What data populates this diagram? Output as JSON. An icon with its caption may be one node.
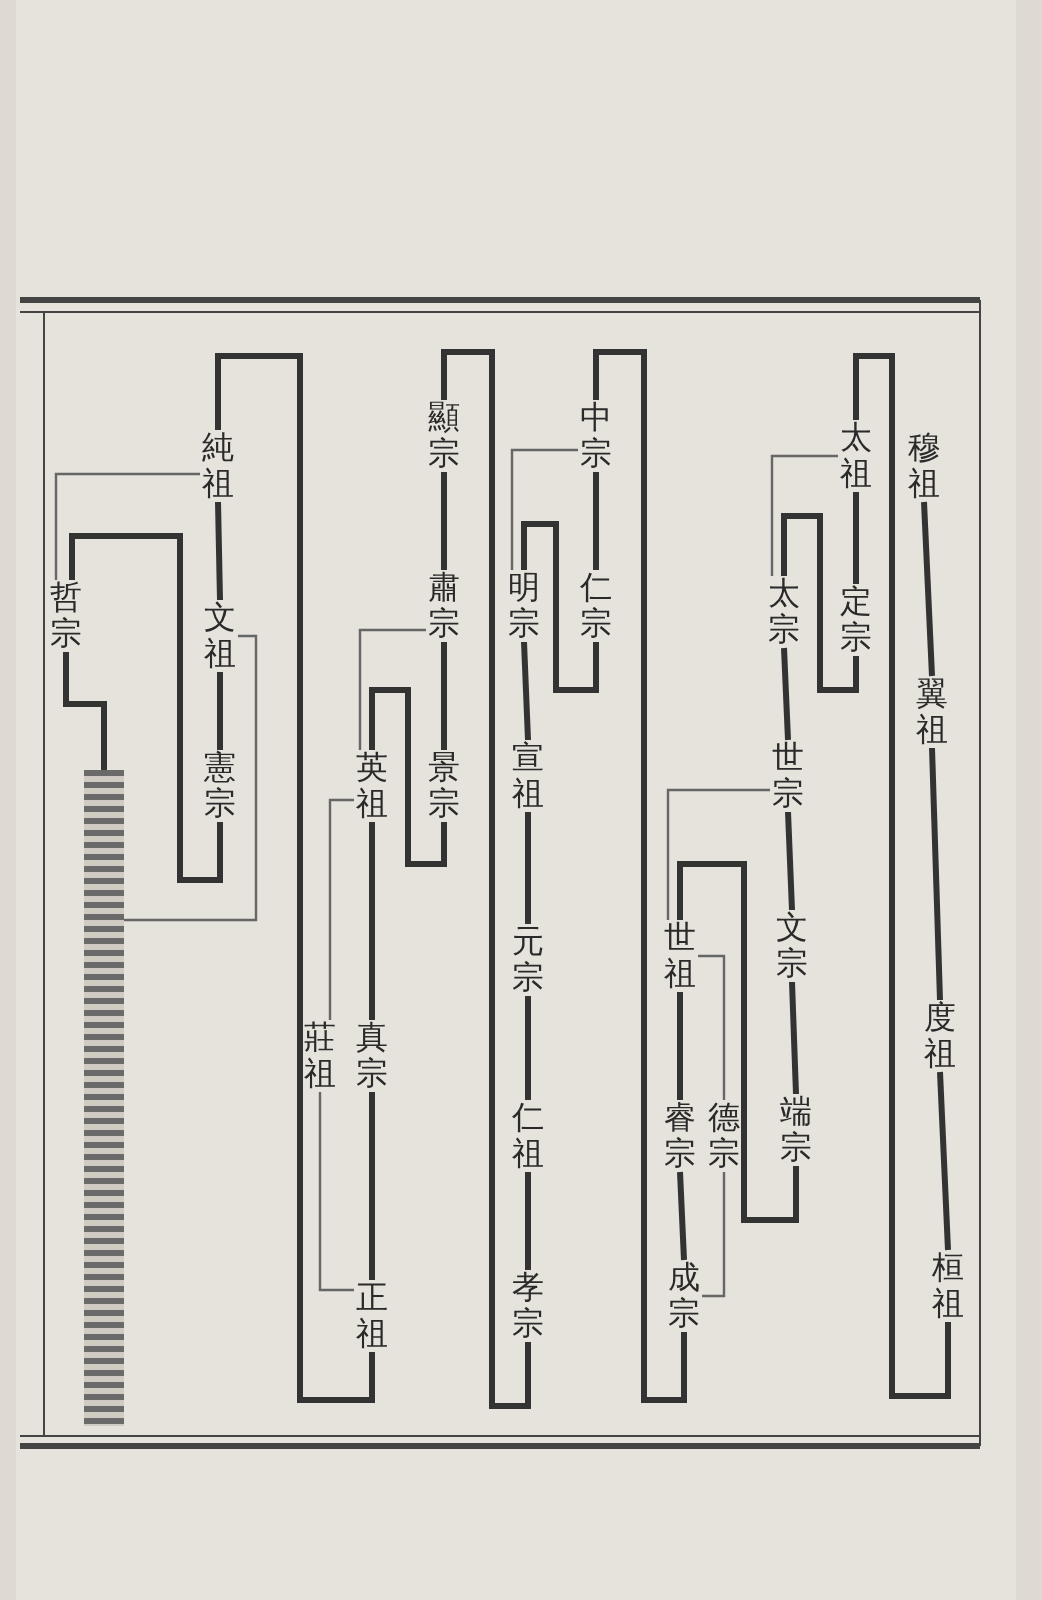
{
  "diagram": {
    "nodes": [
      {
        "text": [
          "穆祖"
        ]
      },
      {
        "text": [
          "翼祖"
        ]
      },
      {
        "text": [
          "度祖"
        ]
      },
      {
        "text": [
          "桓祖"
        ]
      },
      {
        "text": [
          "太祖"
        ]
      },
      {
        "text": [
          "定宗"
        ]
      },
      {
        "text": [
          "太宗"
        ]
      },
      {
        "text": [
          "世宗"
        ]
      },
      {
        "text": [
          "文宗"
        ]
      },
      {
        "text": [
          "端宗"
        ]
      },
      {
        "text": [
          "世祖"
        ]
      },
      {
        "text": [
          "德宗"
        ]
      },
      {
        "text": [
          "睿宗"
        ]
      },
      {
        "text": [
          "成宗"
        ]
      },
      {
        "text": [
          "中宗"
        ]
      },
      {
        "text": [
          "仁宗"
        ]
      },
      {
        "text": [
          "明宗"
        ]
      },
      {
        "text": [
          "宣祖"
        ]
      },
      {
        "text": [
          "元宗"
        ]
      },
      {
        "text": [
          "仁祖"
        ]
      },
      {
        "text": [
          "孝宗"
        ]
      },
      {
        "text": [
          "顯宗"
        ]
      },
      {
        "text": [
          "肅宗"
        ]
      },
      {
        "text": [
          "景宗"
        ]
      },
      {
        "text": [
          "英祖"
        ]
      },
      {
        "text": [
          "真宗"
        ]
      },
      {
        "text": [
          "莊祖"
        ]
      },
      {
        "text": [
          "正祖"
        ]
      },
      {
        "text": [
          "純祖"
        ]
      },
      {
        "text": [
          "文祖"
        ]
      },
      {
        "text": [
          "憲宗"
        ]
      },
      {
        "text": [
          "哲宗"
        ]
      },
      {
        "text": [],
        "shape": "bar"
      }
    ],
    "edges": [
      {
        "from": 0,
        "to": 1,
        "arrow": "none"
      },
      {
        "from": 1,
        "to": 2,
        "arrow": "none"
      },
      {
        "from": 2,
        "to": 3,
        "arrow": "none"
      },
      {
        "from": 3,
        "to": 4,
        "arrow": "none"
      },
      {
        "from": 4,
        "to": 5,
        "arrow": "none"
      },
      {
        "from": 5,
        "to": 6,
        "arrow": "none"
      },
      {
        "from": 4,
        "to": 6,
        "arrow": "none",
        "color": "#666666"
      },
      {
        "from": 6,
        "to": 7,
        "arrow": "none"
      },
      {
        "from": 7,
        "to": 8,
        "arrow": "none"
      },
      {
        "from": 8,
        "to": 9,
        "arrow": "none"
      },
      {
        "from": 9,
        "to": 10,
        "arrow": "none"
      },
      {
        "from": 7,
        "to": 10,
        "arrow": "none",
        "color": "#666666"
      },
      {
        "from": 10,
        "to": 12,
        "arrow": "none"
      },
      {
        "from": 10,
        "to": 11,
        "arrow": "none",
        "color": "#666666"
      },
      {
        "from": 12,
        "to": 13,
        "arrow": "none"
      },
      {
        "from": 11,
        "to": 13,
        "arrow": "none",
        "color": "#666666"
      },
      {
        "from": 13,
        "to": 14,
        "arrow": "none"
      },
      {
        "from": 14,
        "to": 15,
        "arrow": "none"
      },
      {
        "from": 15,
        "to": 16,
        "arrow": "none"
      },
      {
        "from": 14,
        "to": 16,
        "arrow": "none",
        "color": "#666666"
      },
      {
        "from": 16,
        "to": 17,
        "arrow": "none"
      },
      {
        "from": 17,
        "to": 18,
        "arrow": "none"
      },
      {
        "from": 18,
        "to": 19,
        "arrow": "none"
      },
      {
        "from": 19,
        "to": 20,
        "arrow": "none"
      },
      {
        "from": 20,
        "to": 21,
        "arrow": "none"
      },
      {
        "from": 21,
        "to": 22,
        "arrow": "none"
      },
      {
        "from": 22,
        "to": 23,
        "arrow": "none"
      },
      {
        "from": 23,
        "to": 24,
        "arrow": "none"
      },
      {
        "from": 22,
        "to": 24,
        "arrow": "none",
        "color": "#666666"
      },
      {
        "from": 24,
        "to": 25,
        "arrow": "none"
      },
      {
        "from": 24,
        "to": 26,
        "arrow": "none",
        "color": "#666666"
      },
      {
        "from": 25,
        "to": 27,
        "arrow": "none"
      },
      {
        "from": 26,
        "to": 27,
        "arrow": "none",
        "color": "#666666"
      },
      {
        "from": 27,
        "to": 28,
        "arrow": "none"
      },
      {
        "from": 28,
        "to": 29,
        "arrow": "none"
      },
      {
        "from": 29,
        "to": 30,
        "arrow": "none"
      },
      {
        "from": 30,
        "to": 31,
        "arrow": "none"
      },
      {
        "from": 28,
        "to": 31,
        "arrow": "none",
        "color": "#666666"
      },
      {
        "from": 31,
        "to": 32,
        "arrow": "none"
      },
      {
        "from": 29,
        "to": 32,
        "arrow": "none",
        "color": "#666666"
      }
    ]
  }
}
